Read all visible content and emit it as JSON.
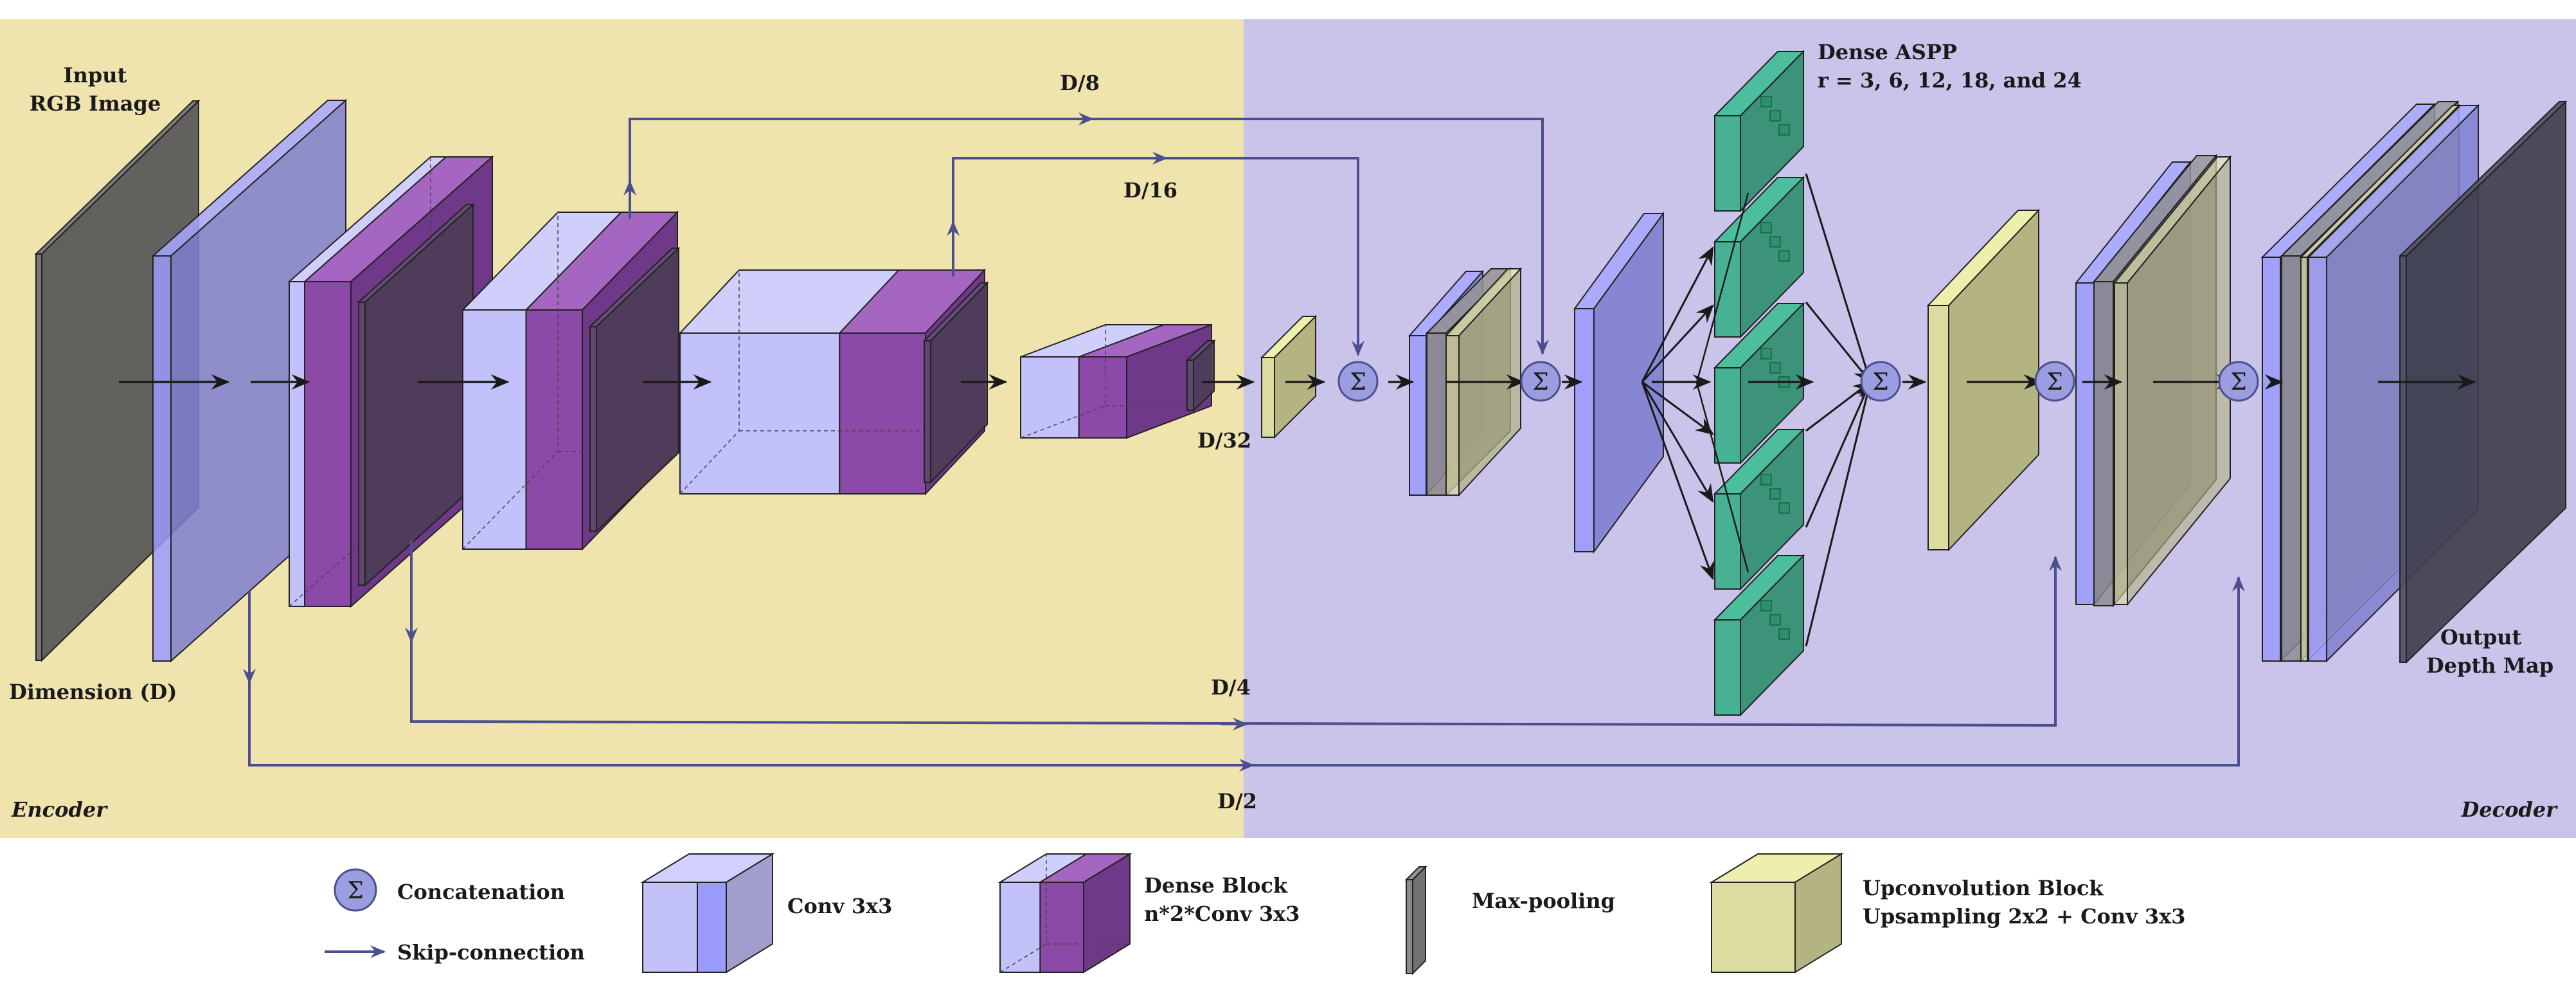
{
  "regions": {
    "encoder_label": "Encoder",
    "decoder_label": "Decoder",
    "encoder_color": "#efe3ae",
    "decoder_color": "#cac3ea"
  },
  "labels": {
    "input_line1": "Input",
    "input_line2": "RGB Image",
    "dimension": "Dimension (D)",
    "output_line1": "Output",
    "output_line2": "Depth Map",
    "aspp_line1": "Dense ASPP",
    "aspp_line2": "r = 3, 6, 12, 18, and 24",
    "skip_d8": "D/8",
    "skip_d16": "D/16",
    "skip_d32": "D/32",
    "skip_d4": "D/4",
    "skip_d2": "D/2",
    "sigma": "Σ"
  },
  "legend": {
    "concatenation": "Concatenation",
    "skip_connection": "Skip-connection",
    "conv": "Conv 3x3",
    "dense_line1": "Dense Block",
    "dense_line2": "n*2*Conv 3x3",
    "maxpool": "Max-pooling",
    "upconv_line1": "Upconvolution Block",
    "upconv_line2": "Upsampling 2x2 + Conv 3x3"
  },
  "colors": {
    "conv": "#9b9bfc",
    "conv_light": "#c2c1fa",
    "dense": "#8c4aa8",
    "pool": "#8a8a8a",
    "upconv": "#dcdca0",
    "aspp": "#3fb08e",
    "input": "#6e6e6e",
    "skip_arrow": "#4b4f8f",
    "sigma_fill": "#9a9ee0"
  }
}
